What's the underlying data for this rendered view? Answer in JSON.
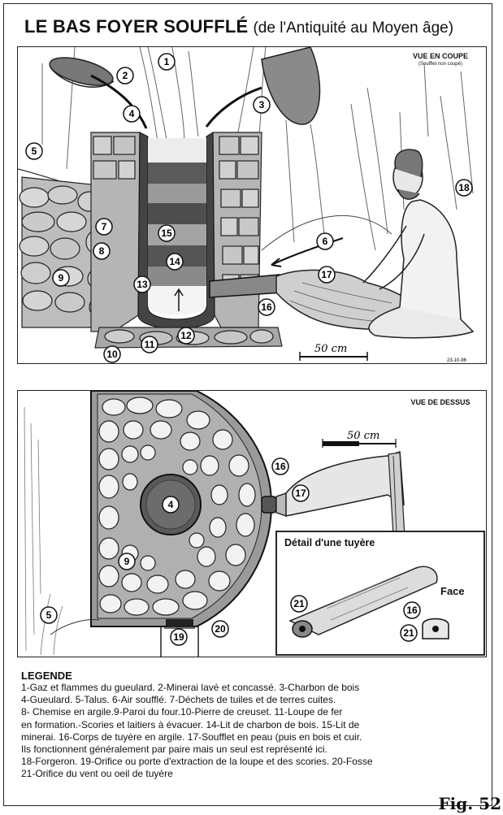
{
  "title": {
    "main": "LE BAS FOYER SOUFFLÉ",
    "sub": "(de l'Antiquité au Moyen âge)"
  },
  "section_view": {
    "label": "VUE EN COUPE",
    "sublabel": "(Soufflet non coupé)",
    "scale_label": "50 cm",
    "date": "23-10-96"
  },
  "top_view": {
    "label": "VUE DE DESSUS",
    "scale_label": "50 cm"
  },
  "detail": {
    "title": "Détail d'une tuyère",
    "face_label": "Face"
  },
  "markers": {
    "m1": "1",
    "m2": "2",
    "m3": "3",
    "m4": "4",
    "m5": "5",
    "m6": "6",
    "m7": "7",
    "m8": "8",
    "m9": "9",
    "m10": "10",
    "m11": "11",
    "m12": "12",
    "m13": "13",
    "m14": "14",
    "m15": "15",
    "m16": "16",
    "m17": "17",
    "m18": "18",
    "t4": "4",
    "t5": "5",
    "t9": "9",
    "t16": "16",
    "t17": "17",
    "t19": "19",
    "t20": "20",
    "d16": "16",
    "d21a": "21",
    "d21b": "21"
  },
  "legend": {
    "title": "LEGENDE",
    "lines": [
      "1-Gaz et flammes du gueulard. 2-Minerai lavé et concassé. 3-Charbon de bois",
      "4-Gueulard. 5-Talus. 6-Air soufflé. 7-Déchets de tuiles et de terres cuites.",
      "8- Chemise en argile.9-Paroi du four.10-Pierre de creuset. 11-Loupe de fer",
      " en formation.-Scories et laitiers à évacuer. 14-Lit de charbon de bois. 15-Lit de",
      " minerai. 16-Corps de tuyère en argile. 17-Soufflet en peau (puis en bois et cuir.",
      "Ils fonctionnent généralement par paire mais un seul est représenté ici.",
      "18-Forgeron. 19-Orifice ou porte d'extraction de la loupe et des scories. 20-Fosse",
      "21-Orifice du vent ou oeil de tuyère"
    ]
  },
  "figure_label": "Fig. 52"
}
